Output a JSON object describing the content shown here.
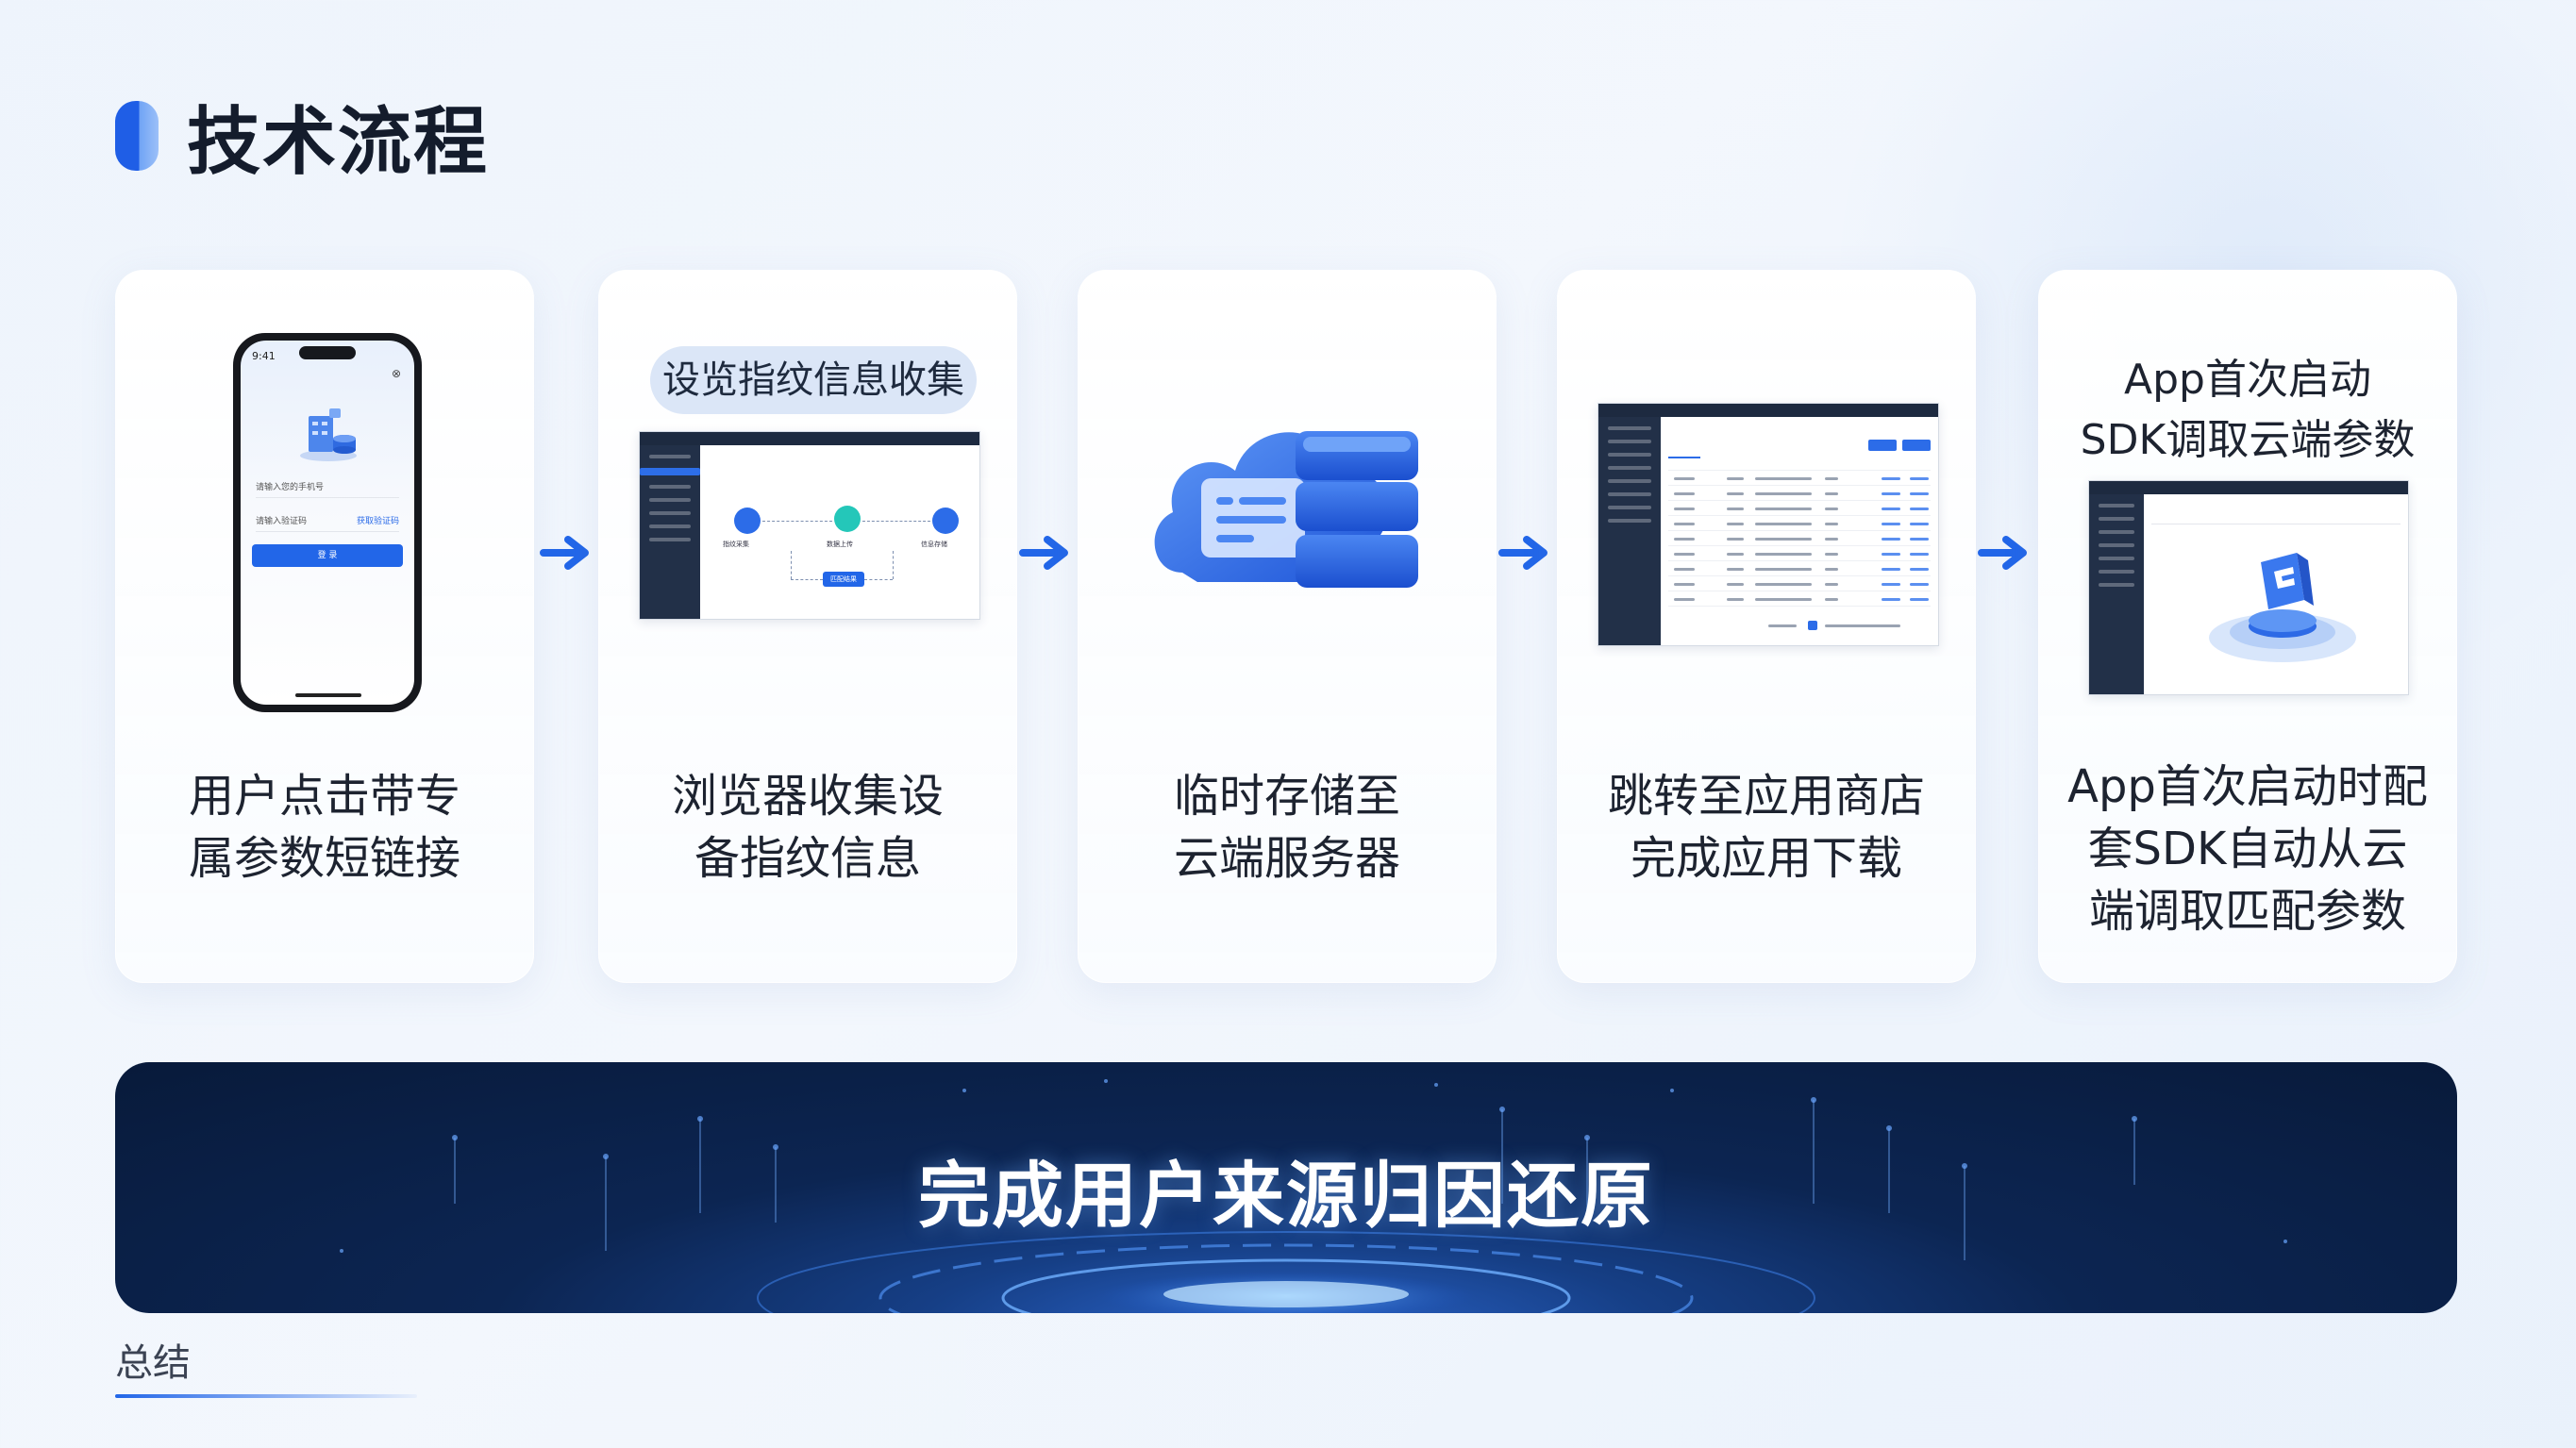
{
  "page": {
    "title": "技术流程"
  },
  "steps": [
    {
      "caption": "用户点击带专\n属参数短链接",
      "phone": {
        "status_time": "9:41",
        "field_1": "请输入您的手机号",
        "field_2": "请输入验证码",
        "field_2_link": "获取验证码",
        "login_button": "登 录"
      }
    },
    {
      "pill": "设览指纹信息收集",
      "caption": "浏览器收集设\n备指纹信息",
      "mockup": {
        "node_1": "指纹采集",
        "node_2": "数据上传",
        "node_3": "信息存储",
        "button": "匹配结果"
      }
    },
    {
      "caption": "临时存储至\n云端服务器"
    },
    {
      "caption": "跳转至应用商店\n完成应用下载"
    },
    {
      "top_caption": "App首次启动\nSDK调取云端参数",
      "caption": "App首次启动时配\n套SDK自动从云\n端调取匹配参数"
    }
  ],
  "banner": {
    "title": "完成用户来源归因还原"
  },
  "footer": {
    "label": "总结"
  },
  "colors": {
    "accent": "#2266e8",
    "banner_dark": "#0c2552",
    "card": "#ffffff"
  },
  "icons": [
    "title-mark-icon",
    "arrow-right-icon",
    "cloud-database-icon",
    "building-icon",
    "sdk-platform-icon"
  ]
}
